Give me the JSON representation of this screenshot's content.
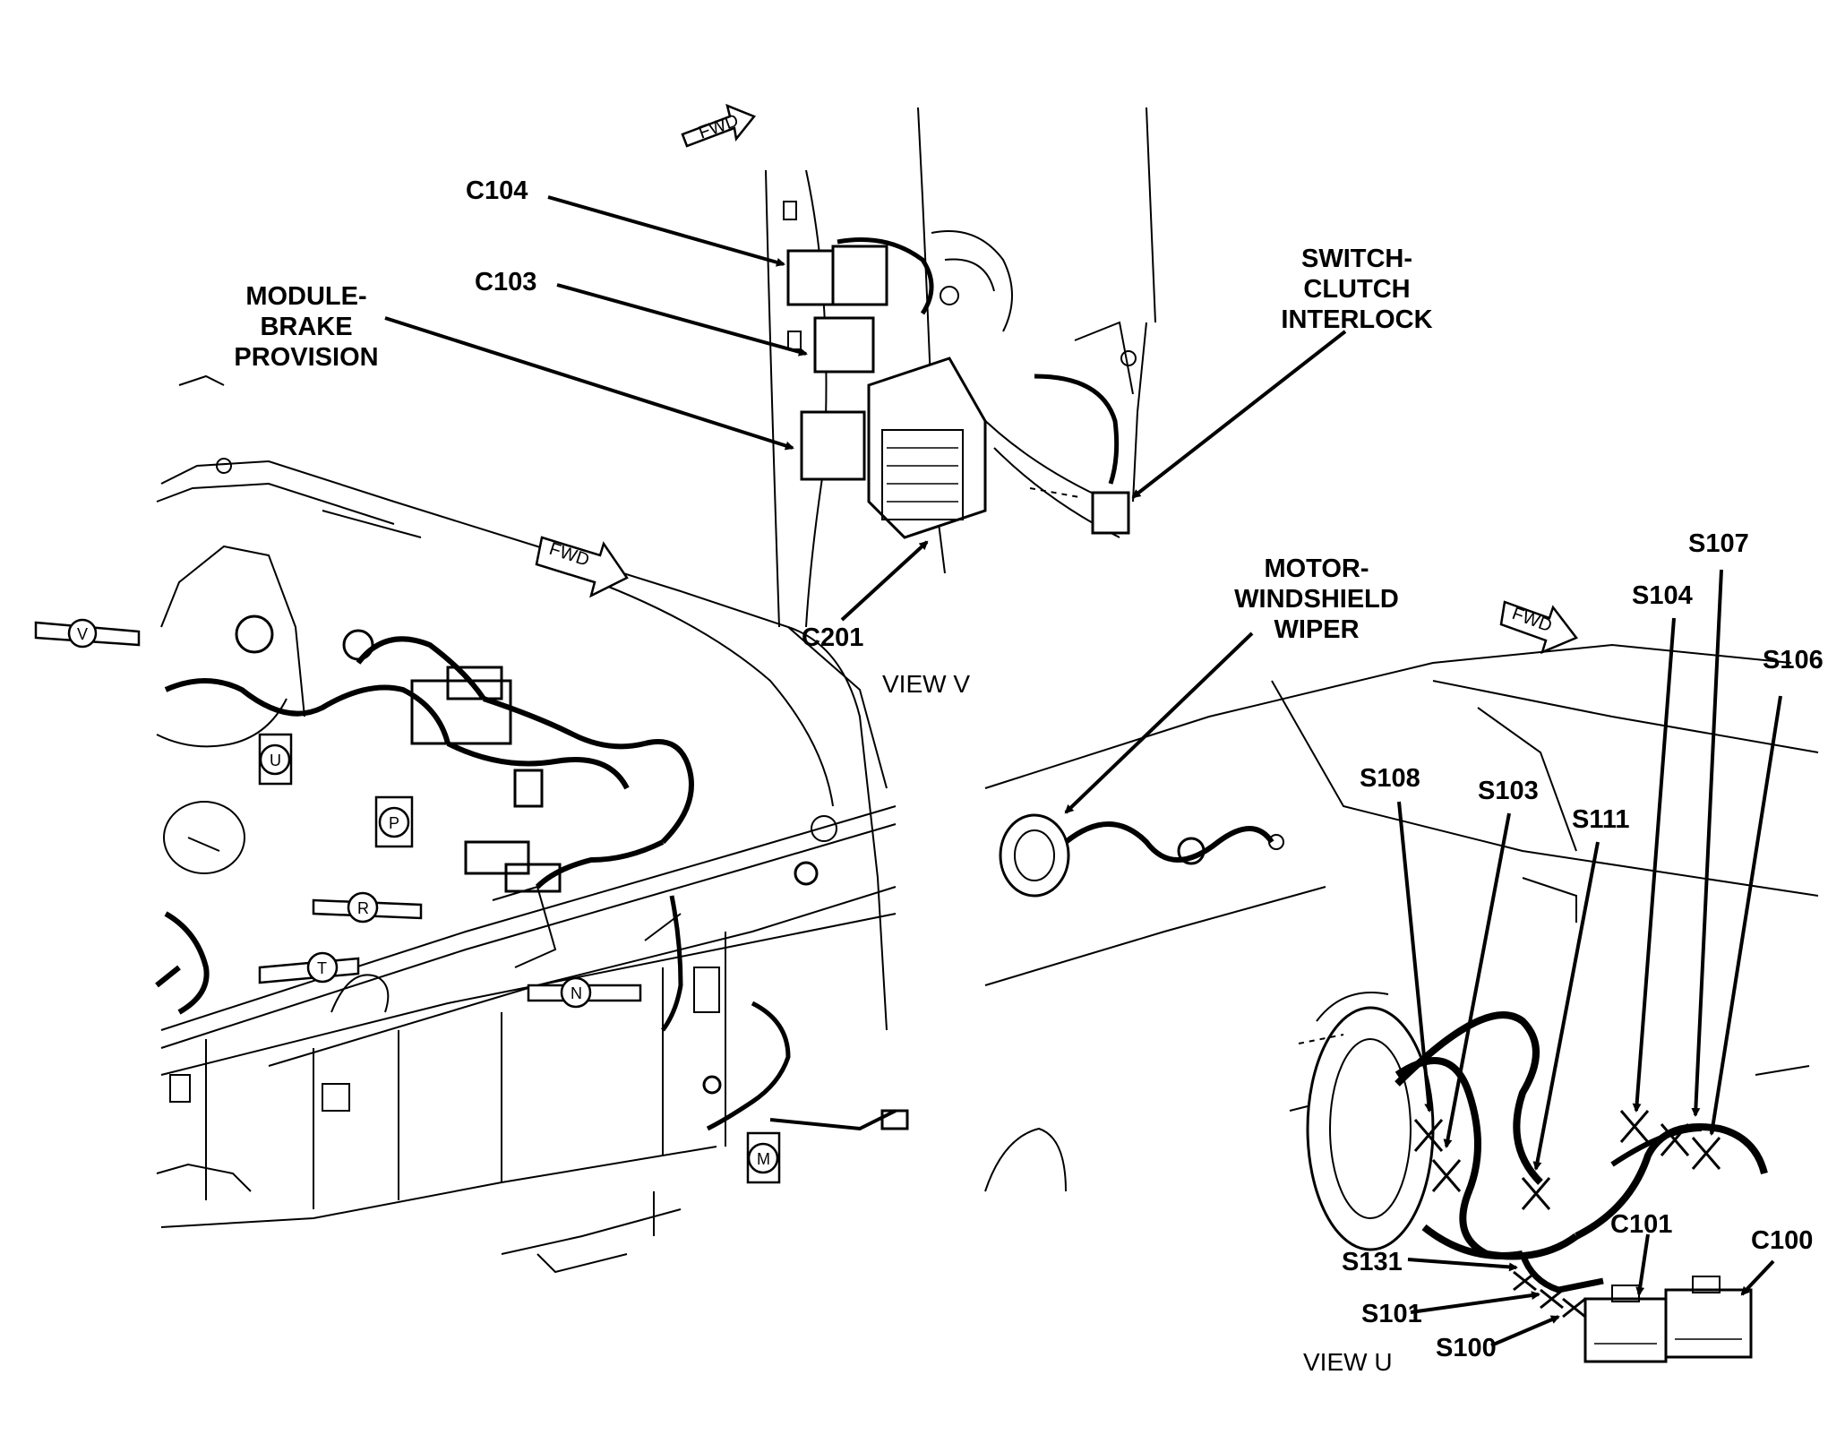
{
  "labels": {
    "c104": "C104",
    "c103": "C103",
    "module_brake": [
      "MODULE-",
      "BRAKE",
      "PROVISION"
    ],
    "switch_clutch": [
      "SWITCH-",
      "CLUTCH",
      "INTERLOCK"
    ],
    "c201": "C201",
    "view_v": "VIEW V",
    "motor_wiper": [
      "MOTOR-",
      "WINDSHIELD",
      "WIPER"
    ],
    "s107": "S107",
    "s104": "S104",
    "s106": "S106",
    "s108": "S108",
    "s103": "S103",
    "s111": "S111",
    "c101": "C101",
    "c100": "C100",
    "s131": "S131",
    "s101": "S101",
    "s100": "S100",
    "view_u": "VIEW U"
  },
  "view_markers": [
    "V",
    "U",
    "P",
    "R",
    "T",
    "N",
    "M"
  ],
  "fwd_text": "FWD"
}
